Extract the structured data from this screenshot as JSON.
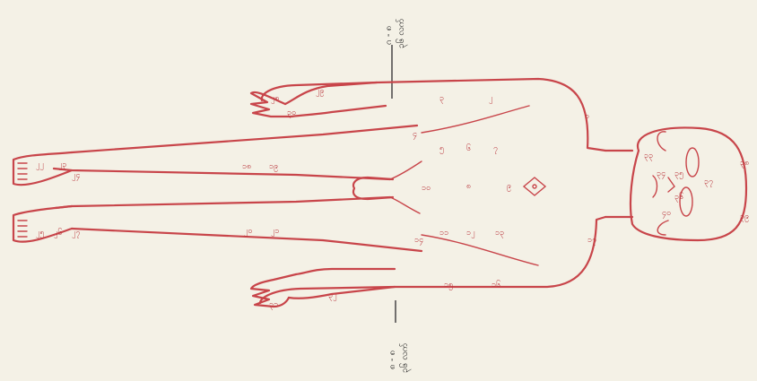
{
  "captions": {
    "top": [
      "ဂ - ၈",
      "၃၆ လက်"
    ],
    "bottom": [
      "၈ - ၈",
      "၃၆ လက်"
    ]
  },
  "marks": [
    "၁",
    "၂",
    "၃",
    "၄",
    "၅",
    "၆",
    "၇",
    "၈",
    "၉",
    "၁၀",
    "၁၁",
    "၁၂",
    "၁၃",
    "၁၄",
    "၁၅",
    "၁၆",
    "၁၇",
    "၁၈",
    "၁၉",
    "၂၀",
    "၂၁",
    "၂၂",
    "၂၃",
    "၂၄",
    "၂၅",
    "၂၆",
    "၂၇",
    "၂၈",
    "၂၉",
    "၃၀",
    "၃၁",
    "၃၂",
    "၃၃",
    "၃၄",
    "၃၅",
    "၃၆",
    "၃၇",
    "၃၈",
    "၃၉",
    "၄၀"
  ],
  "colors": {
    "ink": "#c8454a",
    "paper": "#f4f1e6",
    "text": "#222222"
  }
}
